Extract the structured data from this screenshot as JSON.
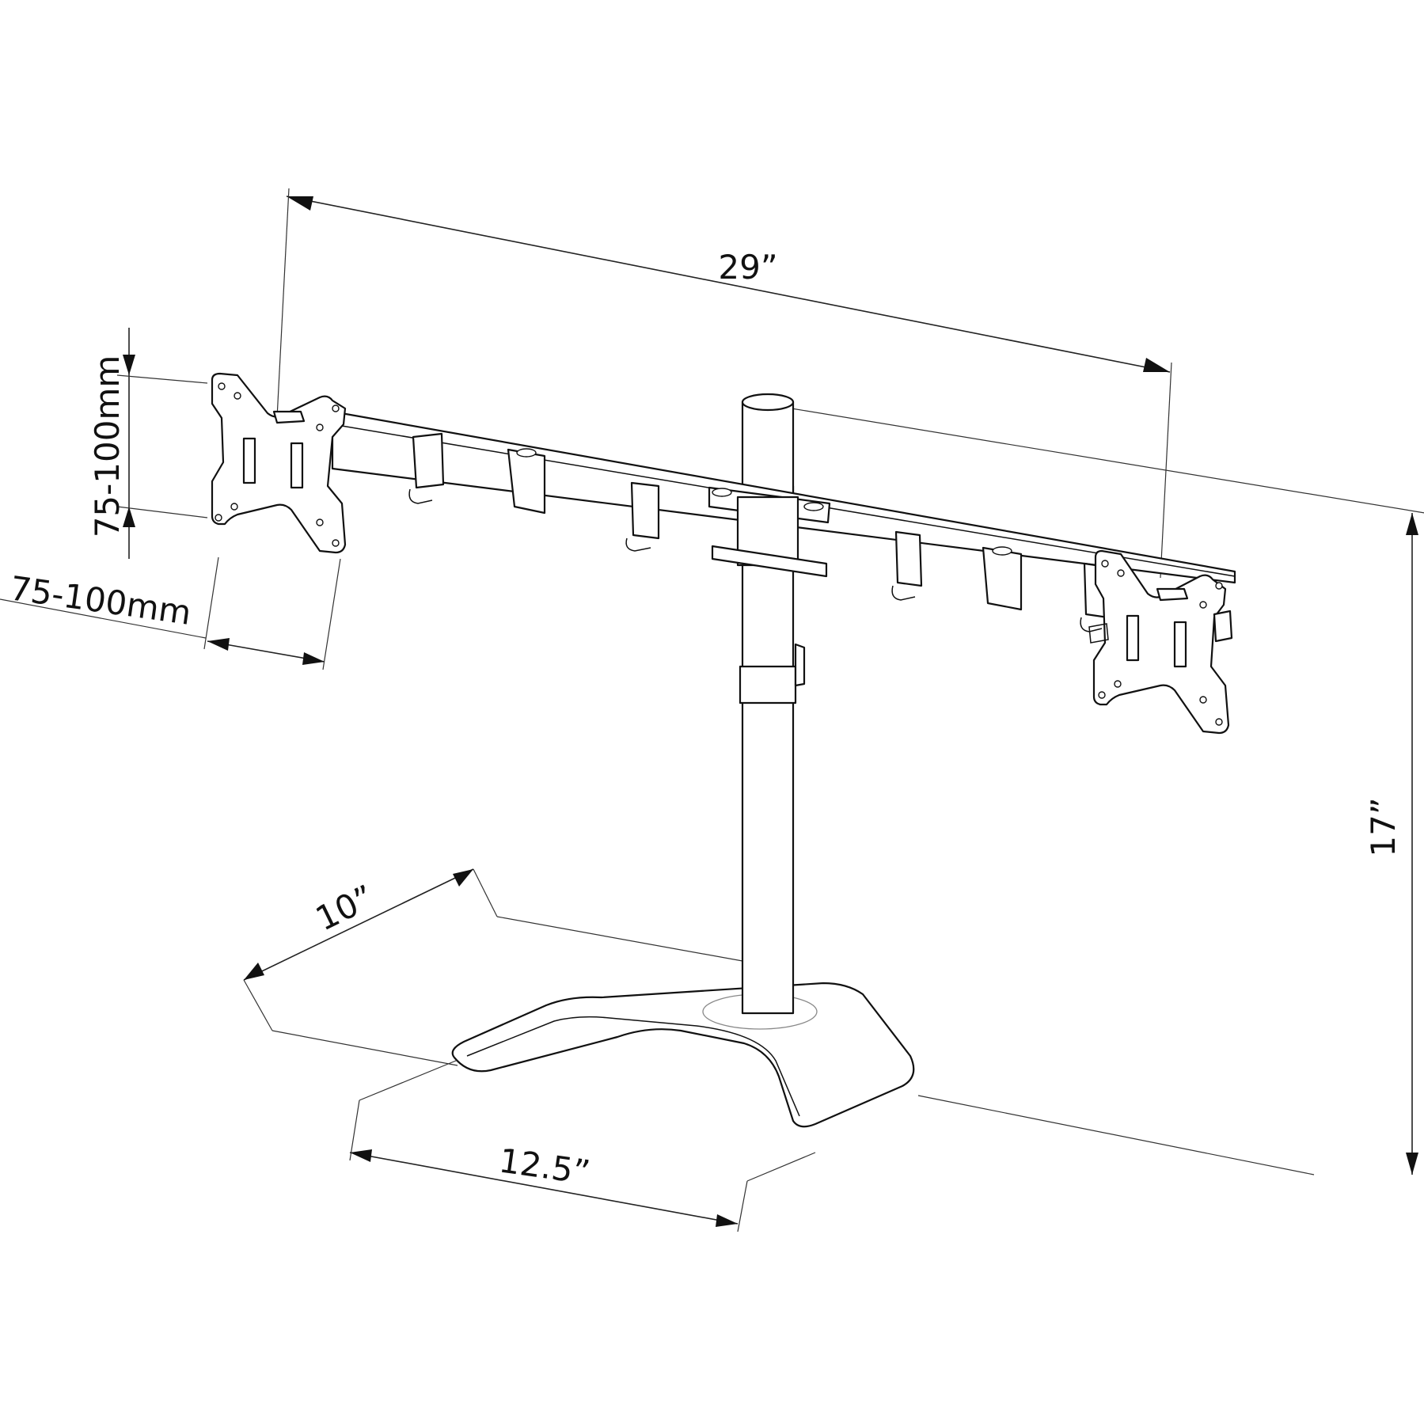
{
  "diagram": {
    "labels": {
      "arm_span": "29”",
      "vesa_vertical": "75-100mm",
      "vesa_horizontal": "75-100mm",
      "base_depth": "10”",
      "base_width": "12.5”",
      "total_height": "17”"
    }
  }
}
